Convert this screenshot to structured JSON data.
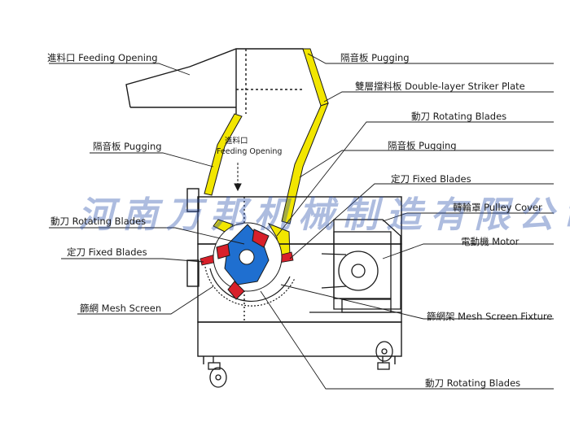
{
  "labels": {
    "feeding_opening": "進料口 Feeding Opening",
    "pugging_top": "隔音板 Pugging",
    "double_layer": "雙層擋料板 Double-layer Striker Plate",
    "rotating_blades_top": "動刀 Rotating Blades",
    "pugging_left": "隔音板 Pugging",
    "feeding_opening_inner_cn": "進料口",
    "feeding_opening_inner_en": "Feeding Opening",
    "pugging_right": "隔音板 Pugging",
    "fixed_blades_right": "定刀 Fixed Blades",
    "pulley_cover": "轉輪罩 Pulley Cover",
    "rotating_blades_left": "動刀 Rotating Blades",
    "motor": "電動機 Motor",
    "fixed_blades_left": "定刀 Fixed Blades",
    "mesh_screen": "篩網 Mesh Screen",
    "mesh_screen_fixture": "篩網架 Mesh Screen Fixture",
    "rotating_blades_bottom": "動刀 Rotating Blades"
  },
  "watermark": "河南万邦机械制造有限公司",
  "colors": {
    "pugging": "#f2e600",
    "blade": "#d8202a",
    "rotor": "#1f6fd0",
    "line": "#1a1a1a"
  }
}
